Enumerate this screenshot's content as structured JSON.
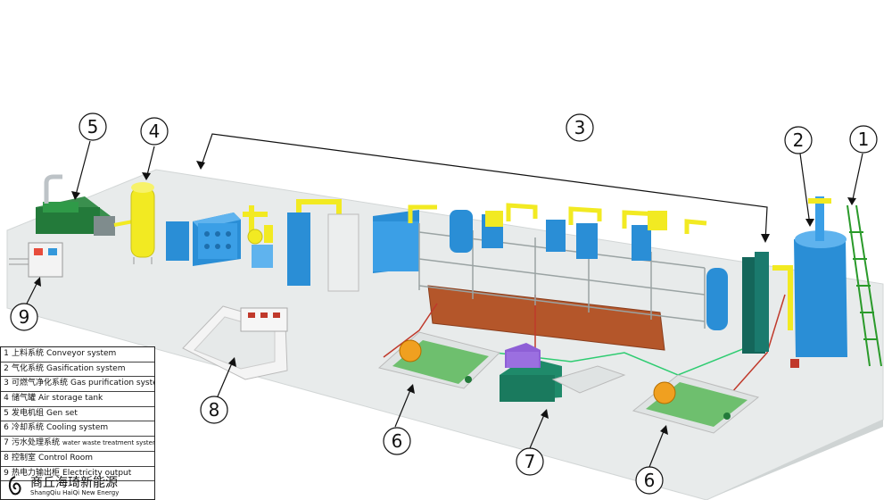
{
  "callouts": [
    "1",
    "2",
    "3",
    "4",
    "5",
    "6",
    "6",
    "7",
    "8",
    "9"
  ],
  "legend": [
    {
      "num": "1",
      "zh": "上料系统",
      "en": "Conveyor system"
    },
    {
      "num": "2",
      "zh": "气化系统",
      "en": "Gasification system"
    },
    {
      "num": "3",
      "zh": "可燃气净化系统",
      "en": "Gas purification system"
    },
    {
      "num": "4",
      "zh": "储气罐",
      "en": "Air storage tank"
    },
    {
      "num": "5",
      "zh": "发电机组",
      "en": "Gen set"
    },
    {
      "num": "6",
      "zh": "冷却系统",
      "en": "Cooling system"
    },
    {
      "num": "7",
      "zh": "污水处理系统",
      "en": "water waste treatment system"
    },
    {
      "num": "8",
      "zh": "控制室",
      "en": "Control Room"
    },
    {
      "num": "9",
      "zh": "热电力输出柜",
      "en": "Electricity output"
    }
  ],
  "brand": {
    "zh": "商丘海琦新能源",
    "en": "ShangQiu HaiQi New Energy"
  },
  "colors": {
    "ground": "#e9ecec",
    "blue": "#2a8ed6",
    "yellow": "#f2ea22",
    "green": "#237a3a",
    "brick": "#b4562a"
  }
}
